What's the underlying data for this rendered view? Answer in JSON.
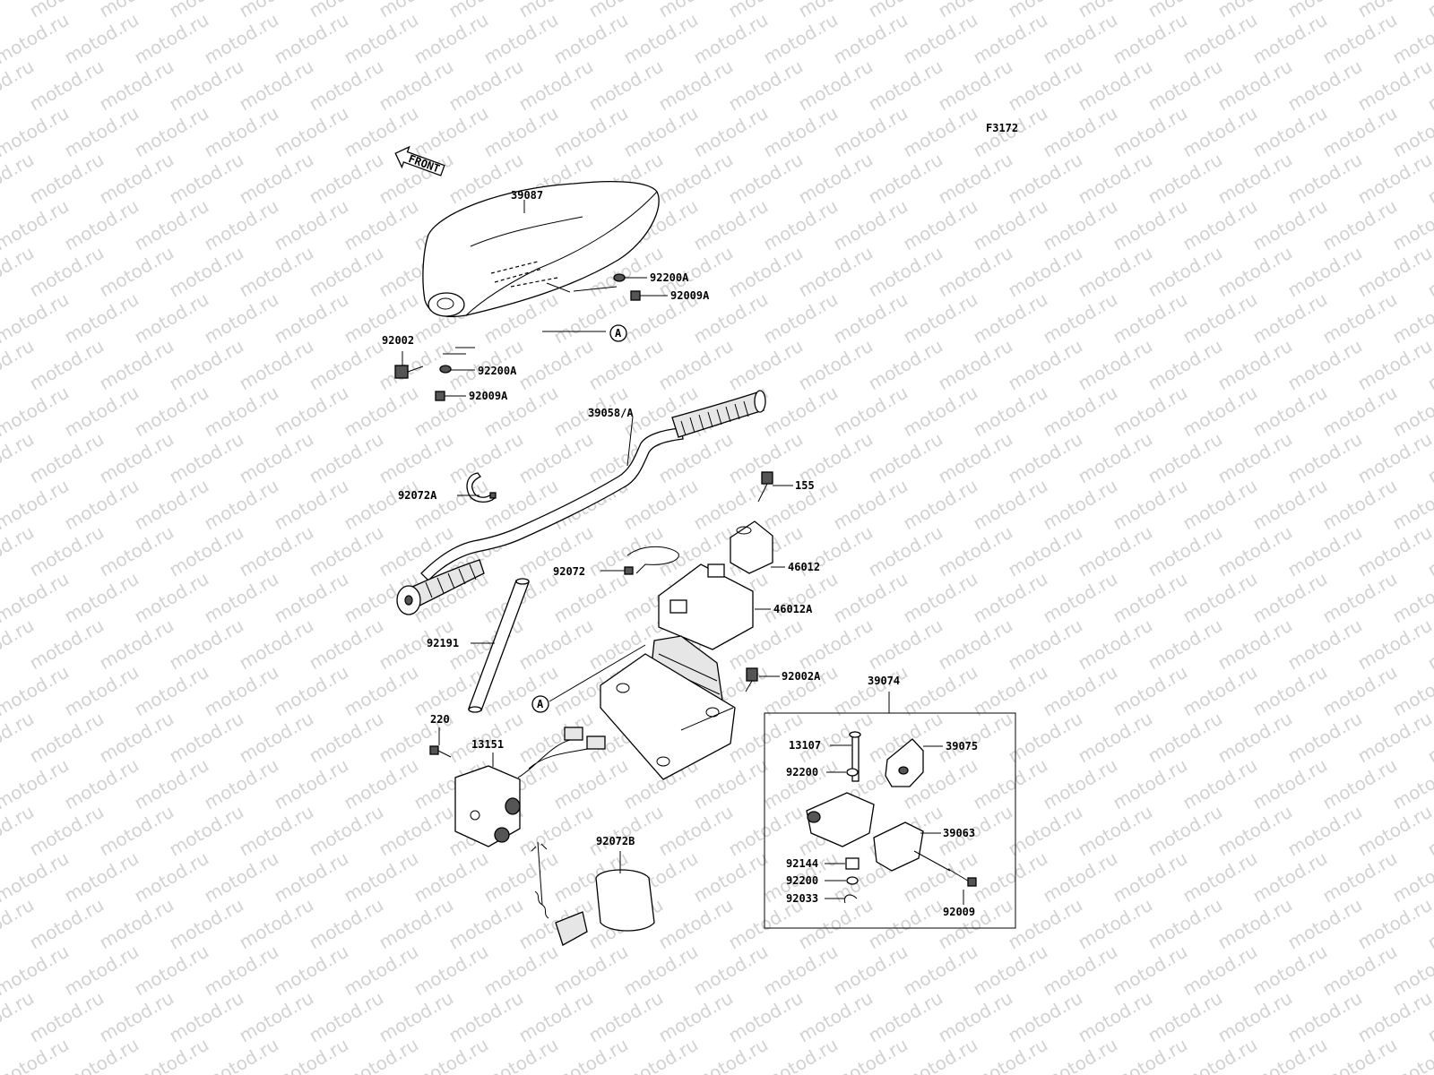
{
  "diagram": {
    "figure_code": "F3172",
    "front_arrow_text": "FRONT",
    "ref_marker": "A",
    "watermark_text": "motod.ru",
    "labels": {
      "l39087": "39087",
      "l92200A_1": "92200A",
      "l92009A_1": "92009A",
      "l92002": "92002",
      "l92200A_2": "92200A",
      "l92009A_2": "92009A",
      "l39058A": "39058/A",
      "l92072A": "92072A",
      "l155": "155",
      "l92072": "92072",
      "l46012": "46012",
      "l46012A": "46012A",
      "l92191": "92191",
      "l92002A": "92002A",
      "l39074": "39074",
      "l220": "220",
      "l13151": "13151",
      "l13107": "13107",
      "l39075": "39075",
      "l92200_1": "92200",
      "l39063": "39063",
      "l92072B": "92072B",
      "l92144": "92144",
      "l92200_2": "92200",
      "l92033": "92033",
      "l92009": "92009"
    }
  }
}
